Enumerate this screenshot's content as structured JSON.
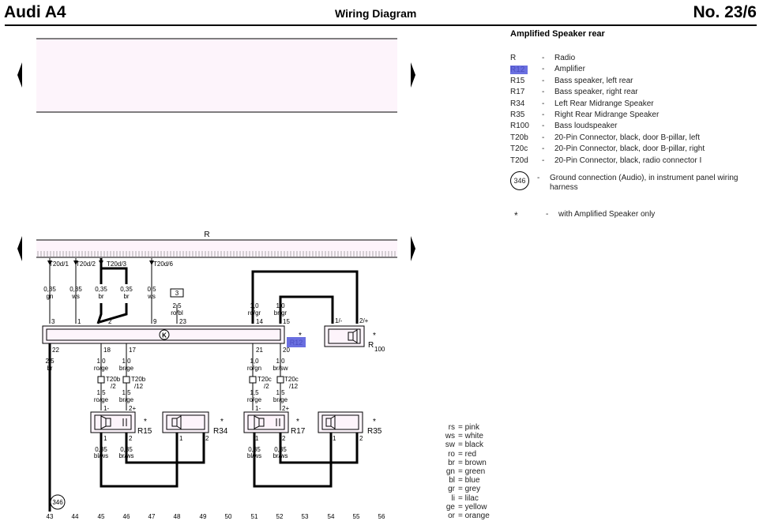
{
  "header": {
    "model": "Audi A4",
    "title": "Wiring Diagram",
    "number": "No. 23/6"
  },
  "legend": {
    "title": "Amplified Speaker rear",
    "items": [
      {
        "code": "R",
        "desc": "Radio"
      },
      {
        "code": "R12",
        "desc": "Amplifier"
      },
      {
        "code": "R15",
        "desc": "Bass speaker, left rear"
      },
      {
        "code": "R17",
        "desc": "Bass speaker, right rear"
      },
      {
        "code": "R34",
        "desc": "Left Rear Midrange Speaker"
      },
      {
        "code": "R35",
        "desc": "Right Rear Midrange Speaker"
      },
      {
        "code": "R100",
        "desc": "Bass loudspeaker"
      },
      {
        "code": "T20b",
        "desc": "20-Pin Connector, black, door B-pillar, left"
      },
      {
        "code": "T20c",
        "desc": "20-Pin Connector, black, door B-pillar, right"
      },
      {
        "code": "T20d",
        "desc": "20-Pin Connector, black, radio connector I"
      }
    ],
    "ground": {
      "code": "346",
      "desc": "Ground connection (Audio), in instrument panel wiring harness"
    },
    "star_note": "with Amplified Speaker only",
    "dash": "-"
  },
  "diagram": {
    "radio_label": "R",
    "amp_label": "R12",
    "amp_symbol": "K",
    "star": "*",
    "ground": "346",
    "fuse_ref": "3",
    "connectors": [
      "T20d/1",
      "T20d/2",
      "T20d/3",
      "T20d/6"
    ],
    "wires": [
      {
        "size": "0,35",
        "color": "gn"
      },
      {
        "size": "0,35",
        "color": "ws"
      },
      {
        "size": "0,35",
        "color": "br"
      },
      {
        "size": "0,35",
        "color": "br"
      },
      {
        "size": "0,5",
        "color": "ws"
      },
      {
        "size": "2,5",
        "color": "ro/bl"
      },
      {
        "size": "1,0",
        "color": "ro/gr"
      },
      {
        "size": "1,0",
        "color": "br/gr"
      },
      {
        "size": "2,5",
        "color": "br"
      },
      {
        "size": "1,0",
        "color": "ro/ge"
      },
      {
        "size": "1,0",
        "color": "br/ge"
      },
      {
        "size": "1,0",
        "color": "ro/gn"
      },
      {
        "size": "1,0",
        "color": "br/sw"
      },
      {
        "size": "1,5",
        "color": "ro/ge"
      },
      {
        "size": "1,5",
        "color": "br/ge"
      },
      {
        "size": "1,5",
        "color": "ro/ge"
      },
      {
        "size": "1,5",
        "color": "br/ge"
      },
      {
        "size": "0,35",
        "color": "bl/ws"
      },
      {
        "size": "0,35",
        "color": "br/ws"
      },
      {
        "size": "0,35",
        "color": "bl/ws"
      },
      {
        "size": "0,35",
        "color": "br/ws"
      }
    ],
    "amp_pins": [
      "3",
      "1",
      "2",
      "9",
      "23",
      "14",
      "15",
      "22",
      "18",
      "17",
      "21",
      "20"
    ],
    "r100_pins": [
      "1/-",
      "2/+"
    ],
    "t20": [
      {
        "name": "T20b",
        "pin": "/2"
      },
      {
        "name": "T20b",
        "pin": "/12"
      },
      {
        "name": "T20c",
        "pin": "/2"
      },
      {
        "name": "T20c",
        "pin": "/12"
      }
    ],
    "speakers": [
      {
        "label": "R15",
        "sub": "15",
        "pins": [
          "1-",
          "2+",
          "1",
          "2"
        ]
      },
      {
        "label": "R34",
        "sub": "34",
        "pins": [
          "1",
          "2"
        ]
      },
      {
        "label": "R17",
        "sub": "17",
        "pins": [
          "1-",
          "2+",
          "1",
          "2"
        ]
      },
      {
        "label": "R35",
        "sub": "35",
        "pins": [
          "1",
          "2"
        ]
      }
    ],
    "r100": {
      "label": "R",
      "sub": "100"
    },
    "page_cols": [
      "43",
      "44",
      "45",
      "46",
      "47",
      "48",
      "49",
      "50",
      "51",
      "52",
      "53",
      "54",
      "55",
      "56"
    ]
  },
  "color_codes": [
    {
      "code": "rs",
      "name": "pink"
    },
    {
      "code": "ws",
      "name": "white"
    },
    {
      "code": "sw",
      "name": "black"
    },
    {
      "code": "ro",
      "name": "red"
    },
    {
      "code": "br",
      "name": "brown"
    },
    {
      "code": "gn",
      "name": "green"
    },
    {
      "code": "bl",
      "name": "blue"
    },
    {
      "code": "gr",
      "name": "grey"
    },
    {
      "code": "li",
      "name": "lilac"
    },
    {
      "code": "ge",
      "name": "yellow"
    },
    {
      "code": "or",
      "name": "orange"
    }
  ],
  "colors": {
    "highlight": "#6a6fe0",
    "panel": "#fdf4fb"
  }
}
